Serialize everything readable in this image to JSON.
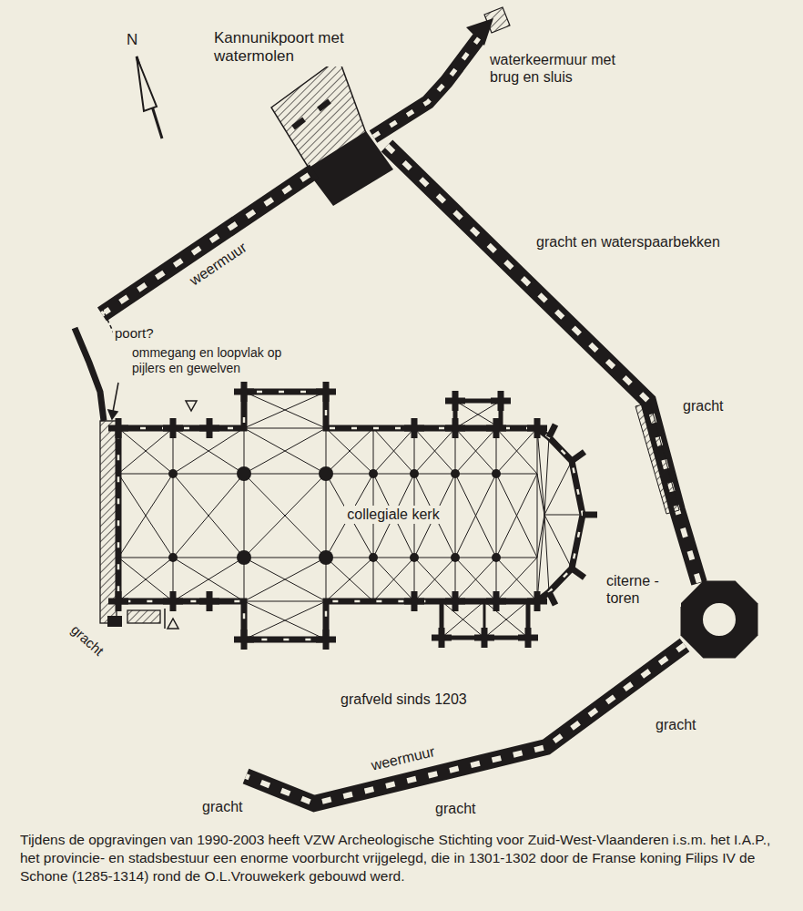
{
  "diagram": {
    "caption": "Tijdens de opgravingen van 1990-2003 heeft VZW Archeologische Stichting voor Zuid-West-Vlaanderen i.s.m. het I.A.P., het provincie- en stadsbestuur een enorme voorburcht vrijgelegd, die in 1301-1302 door de Franse koning Filips IV de Schone (1285-1314) rond de O.L.Vrouwekerk gebouwd werd.",
    "nodes": [
      {
        "text": [
          "collegiale kerk"
        ]
      }
    ],
    "labels": [
      "N",
      "Kannunikpoort met watermolen",
      "waterkeermuur met brug en sluis",
      "gracht en waterspaarbekken",
      "weermuur",
      "poort?",
      "ommegang en loopvlak op pijlers en gewelven",
      "gracht",
      "citerne - toren",
      "grafveld sinds 1203",
      "gracht",
      "weermuur",
      "gracht",
      "gracht",
      "gracht"
    ]
  }
}
